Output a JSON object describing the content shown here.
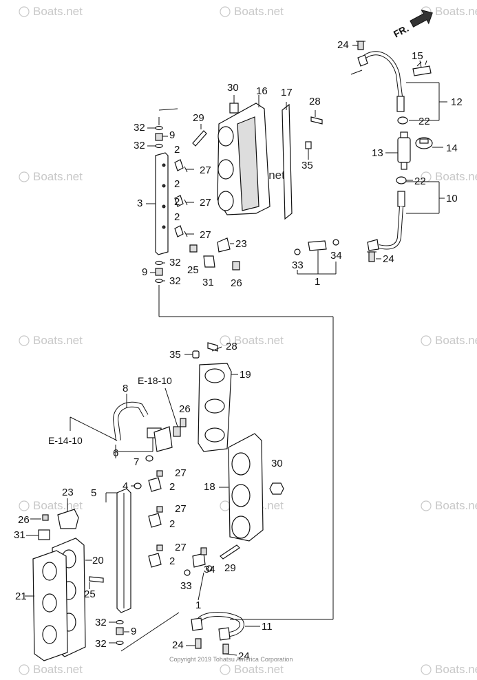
{
  "watermark": "Boats.net",
  "copyright": "Copyright 2019 Tohatsu America Corporation",
  "front_marker": "FR.",
  "callouts": {
    "c24a": "24",
    "c15": "15",
    "c12": "12",
    "c22a": "22",
    "c13": "13",
    "c14": "14",
    "c22b": "22",
    "c10": "10",
    "c24b": "24",
    "c30a": "30",
    "c16": "16",
    "c17": "17",
    "c28a": "28",
    "c35a": "35",
    "c32a": "32",
    "c9a": "9",
    "c32b": "32",
    "c29a": "29",
    "c2a": "2",
    "c27a": "27",
    "c2b": "2",
    "c2c": "2",
    "c27b": "27",
    "c2d": "2",
    "c27c": "27",
    "c3": "3",
    "c23a": "23",
    "c32c": "32",
    "c9b": "9",
    "c32d": "32",
    "c25a": "25",
    "c31a": "31",
    "c26a": "26",
    "c33a": "33",
    "c34a": "34",
    "c1a": "1",
    "c35b": "35",
    "c28b": "28",
    "c19": "19",
    "c8": "8",
    "c26b": "26",
    "c6": "6",
    "c7": "7",
    "c4": "4",
    "c5": "5",
    "c27d": "27",
    "c2e": "2",
    "c30b": "30",
    "c18": "18",
    "c23b": "23",
    "c26c": "26",
    "c31b": "31",
    "c27e": "27",
    "c2f": "2",
    "c20": "20",
    "c27f": "27",
    "c2g": "2",
    "c29b": "29",
    "c34b": "34",
    "c33b": "33",
    "c21": "21",
    "c25b": "25",
    "c1b": "1",
    "c32e": "32",
    "c9c": "9",
    "c32f": "32",
    "c11": "11",
    "c24c": "24",
    "c24d": "24"
  },
  "references": {
    "e18": "E-18-10",
    "e14": "E-14-10"
  }
}
